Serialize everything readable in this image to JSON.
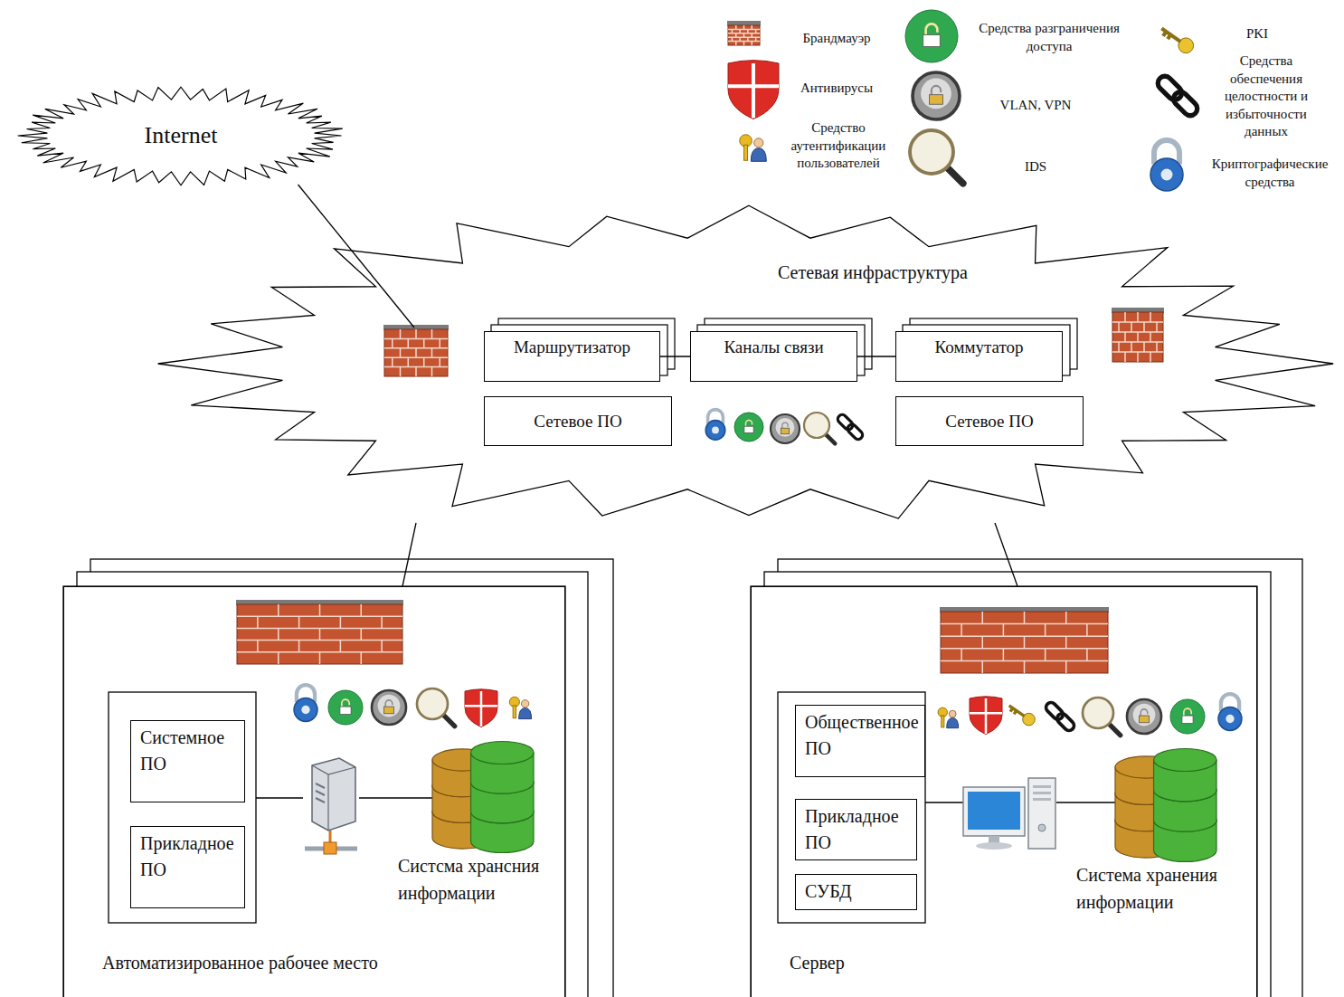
{
  "diagram": {
    "nodes": [
      {
        "text": [
          "Internet"
        ]
      },
      {
        "text": [
          "Сетевая инфраструктура"
        ]
      },
      {
        "text": [
          "Маршрутизатор"
        ],
        "in": 1
      },
      {
        "text": [
          "Каналы связи"
        ],
        "in": 1
      },
      {
        "text": [
          "Коммутатор"
        ],
        "in": 1
      },
      {
        "text": [
          "Сетевое ПО"
        ],
        "in": 1
      },
      {
        "text": [
          "Сетевое ПО"
        ],
        "in": 1
      },
      {
        "text": [
          "Автоматизированное рабочее место"
        ]
      },
      {
        "text": [
          "Системное ПО"
        ],
        "in": 7
      },
      {
        "text": [
          "Прикладное ПО"
        ],
        "in": 7
      },
      {
        "text": [
          "Сервер"
        ]
      },
      {
        "text": [
          "Общественное ПО"
        ],
        "in": 10
      },
      {
        "text": [
          "Прикладное ПО"
        ],
        "in": 10
      },
      {
        "text": [
          "СУБД"
        ],
        "in": 10
      }
    ],
    "edges": [
      {
        "from": 0,
        "to": 1,
        "arrow": "none"
      },
      {
        "from": 1,
        "to": 7,
        "arrow": "none"
      },
      {
        "from": 1,
        "to": 10,
        "arrow": "none"
      },
      {
        "from": 2,
        "to": 3,
        "arrow": "none"
      },
      {
        "from": 3,
        "to": 4,
        "arrow": "none"
      }
    ],
    "labels": [
      "Систсма хрансния информации",
      "Система хранения информации"
    ],
    "legend": [
      {
        "text": "Брандмауэр"
      },
      {
        "text": "Антивирусы"
      },
      {
        "text": "Средство аутентификации пользователей"
      },
      {
        "text": "Средства разграничения доступа"
      },
      {
        "text": "VLAN, VPN"
      },
      {
        "text": "IDS"
      },
      {
        "text": "PKI"
      },
      {
        "text": "Средства обеспечения целостности и избыточности данных"
      },
      {
        "text": "Криптографические средства"
      }
    ]
  }
}
